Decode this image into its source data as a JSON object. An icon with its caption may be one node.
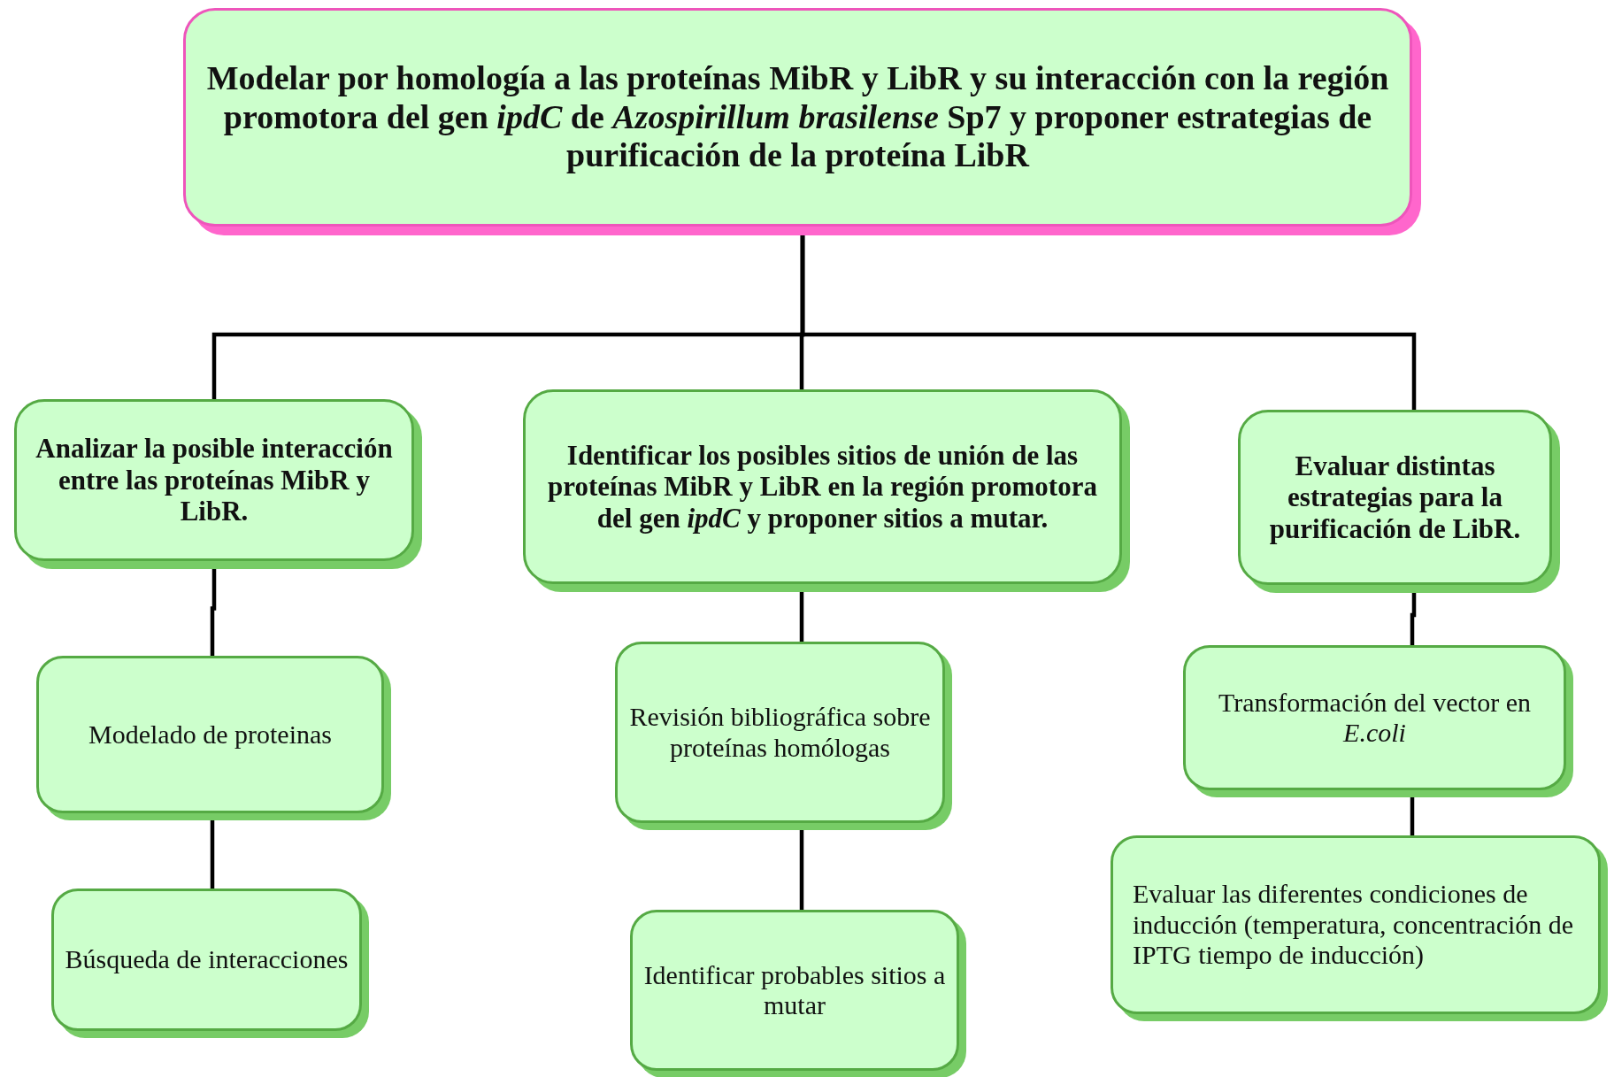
{
  "diagram": {
    "nodes": [
      {
        "text": [
          "Modelar por homología a las proteínas MibR y LibR y su interacción con la región promotora del gen *ipdC* de *Azospirillum brasilense* Sp7 y proponer estrategias de purificación de la proteína LibR"
        ]
      },
      {
        "text": [
          "Analizar la posible interacción entre las proteínas MibR y LibR."
        ]
      },
      {
        "text": [
          "Identificar los posibles sitios de unión de las proteínas MibR y LibR en la región promotora del gen *ipdC* y proponer sitios a mutar."
        ]
      },
      {
        "text": [
          "Evaluar distintas estrategias para la purificación de LibR."
        ]
      },
      {
        "text": [
          "Modelado de proteinas"
        ]
      },
      {
        "text": [
          "Búsqueda de interacciones"
        ]
      },
      {
        "text": [
          "Revisión bibliográfica sobre proteínas homólogas"
        ]
      },
      {
        "text": [
          "Identificar probables sitios a mutar"
        ]
      },
      {
        "text": [
          "Transformación del vector en *E.coli*"
        ]
      },
      {
        "text": [
          "Evaluar las diferentes condiciones de inducción (temperatura, concentración de IPTG tiempo de inducción)"
        ]
      }
    ],
    "edges": [
      {
        "from": 0,
        "to": 1,
        "arrow": "none"
      },
      {
        "from": 0,
        "to": 2,
        "arrow": "none"
      },
      {
        "from": 0,
        "to": 3,
        "arrow": "none"
      },
      {
        "from": 1,
        "to": 4,
        "arrow": "none"
      },
      {
        "from": 4,
        "to": 5,
        "arrow": "none"
      },
      {
        "from": 2,
        "to": 6,
        "arrow": "none"
      },
      {
        "from": 6,
        "to": 7,
        "arrow": "none"
      },
      {
        "from": 3,
        "to": 8,
        "arrow": "none"
      },
      {
        "from": 8,
        "to": 9,
        "arrow": "none"
      }
    ]
  }
}
